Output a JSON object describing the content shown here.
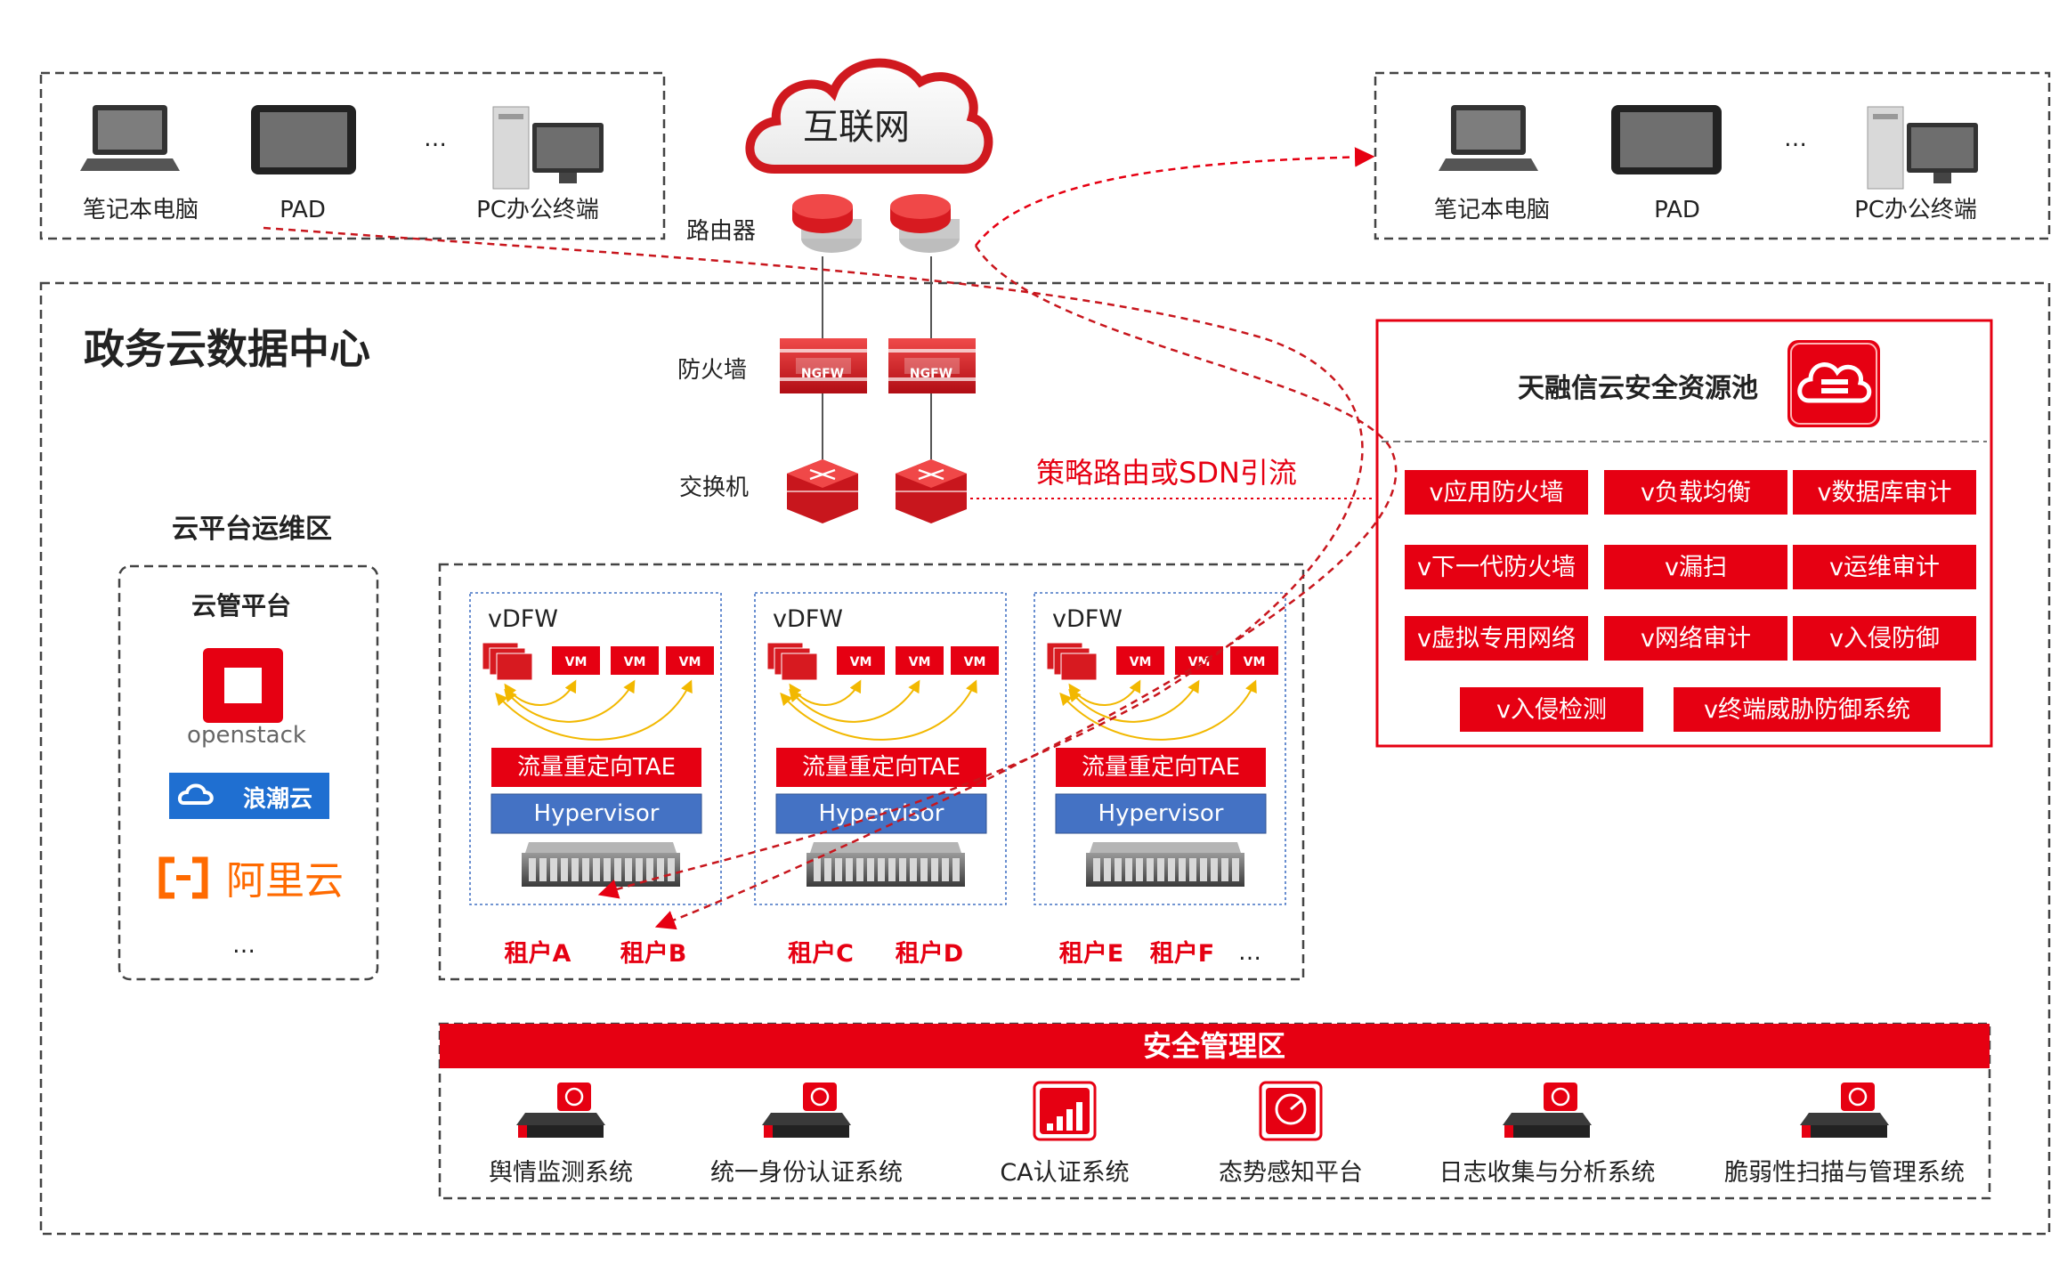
{
  "colors": {
    "accent_red": "#e60012",
    "dark_red": "#c8161d",
    "hypervisor_blue": "#4472c4",
    "arrow_yellow": "#f2b800",
    "dash_gray": "#444444"
  },
  "terminals_left": {
    "devices": [
      {
        "label": "笔记本电脑",
        "icon": "laptop-icon"
      },
      {
        "label": "PAD",
        "icon": "tablet-icon"
      },
      {
        "label": "PC办公终端",
        "icon": "desktop-pc-icon"
      }
    ],
    "ellipsis": "…"
  },
  "terminals_right": {
    "devices": [
      {
        "label": "笔记本电脑",
        "icon": "laptop-icon"
      },
      {
        "label": "PAD",
        "icon": "tablet-icon"
      },
      {
        "label": "PC办公终端",
        "icon": "desktop-pc-icon"
      }
    ],
    "ellipsis": "…"
  },
  "internet": {
    "label": "互联网",
    "icon": "cloud-icon"
  },
  "network": {
    "router_label": "路由器",
    "firewall_label": "防火墙",
    "firewall_badge": "NGFW",
    "switch_label": "交换机",
    "policy_label": "策略路由或SDN引流"
  },
  "datacenter": {
    "title": "政务云数据中心"
  },
  "ops_zone": {
    "title": "云平台运维区",
    "box_title": "云管平台",
    "platforms": [
      "openstack",
      "浪潮云",
      "阿里云"
    ],
    "ellipsis": "…"
  },
  "resource_pool": {
    "title": "天融信云安全资源池",
    "items": [
      "v应用防火墙",
      "v负载均衡",
      "v数据库审计",
      "v下一代防火墙",
      "v漏扫",
      "v运维审计",
      "v虚拟专用网络",
      "v网络审计",
      "v入侵防御",
      "v入侵检测",
      "v终端威胁防御系统"
    ]
  },
  "tenant_hosts": [
    {
      "vdfw": "vDFW",
      "vms": [
        "VM",
        "VM",
        "VM"
      ],
      "tae": "流量重定向TAE",
      "hypervisor": "Hypervisor"
    },
    {
      "vdfw": "vDFW",
      "vms": [
        "VM",
        "VM",
        "VM"
      ],
      "tae": "流量重定向TAE",
      "hypervisor": "Hypervisor"
    },
    {
      "vdfw": "vDFW",
      "vms": [
        "VM",
        "VM",
        "VM"
      ],
      "tae": "流量重定向TAE",
      "hypervisor": "Hypervisor"
    }
  ],
  "tenants": [
    "租户A",
    "租户B",
    "租户C",
    "租户D",
    "租户E",
    "租户F"
  ],
  "tenants_ellipsis": "…",
  "security_mgmt": {
    "title": "安全管理区",
    "systems": [
      {
        "label": "舆情监测系统",
        "icon": "appliance-icon"
      },
      {
        "label": "统一身份认证系统",
        "icon": "appliance-4a-icon"
      },
      {
        "label": "CA认证系统",
        "icon": "ca-chart-icon"
      },
      {
        "label": "态势感知平台",
        "icon": "situation-radar-icon"
      },
      {
        "label": "日志收集与分析系统",
        "icon": "log-appliance-icon"
      },
      {
        "label": "脆弱性扫描与管理系统",
        "icon": "scanner-appliance-icon"
      }
    ]
  }
}
